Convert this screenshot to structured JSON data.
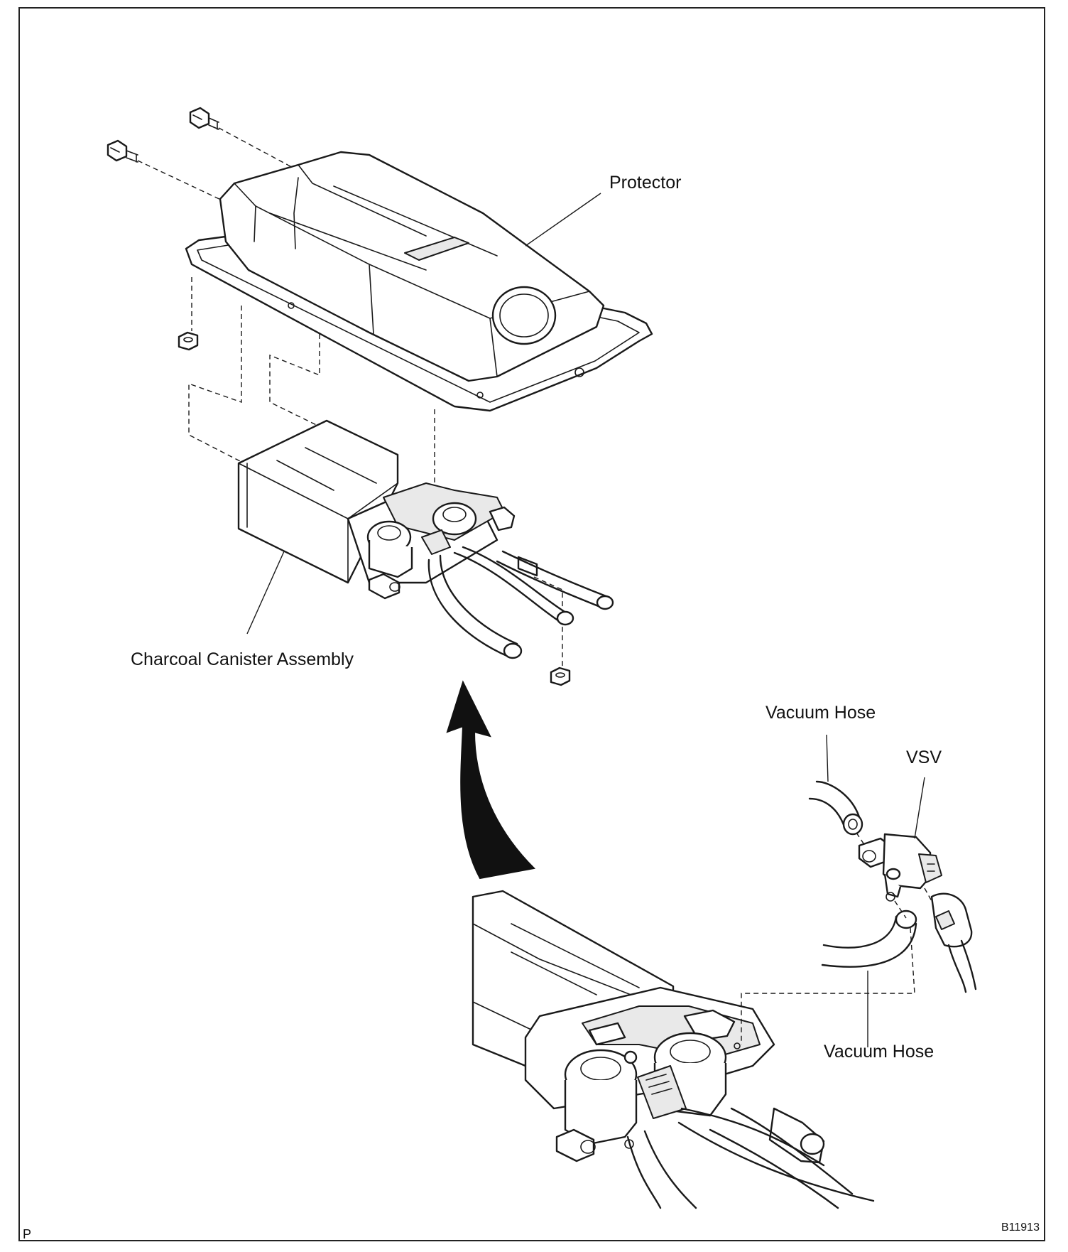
{
  "labels": {
    "protector": "Protector",
    "charcoal_canister": "Charcoal Canister Assembly",
    "vacuum_hose_top": "Vacuum Hose",
    "vsv": "VSV",
    "vacuum_hose_bottom": "Vacuum Hose"
  },
  "corner": {
    "left": "P",
    "figure_code": "B11913"
  }
}
